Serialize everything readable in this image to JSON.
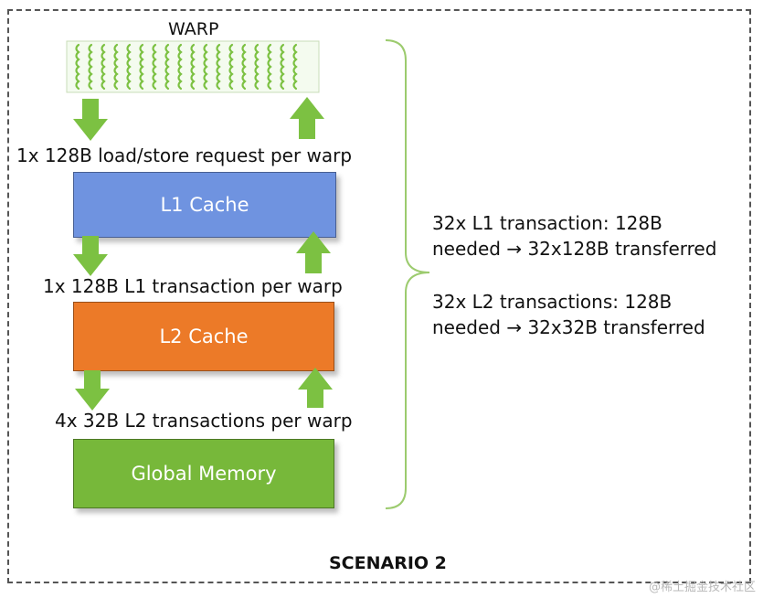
{
  "title": "WARP",
  "scenario_label": "SCENARIO 2",
  "boxes": {
    "l1": {
      "label": "L1 Cache",
      "color": "#6f93e0"
    },
    "l2": {
      "label": "L2 Cache",
      "color": "#ec7a28"
    },
    "global": {
      "label": "Global Memory",
      "color": "#77b83a"
    }
  },
  "flow_labels": {
    "request": "1x 128B load/store request per warp",
    "l1_transaction": "1x 128B L1 transaction per warp",
    "l2_transactions": "4x 32B L2 transactions per warp"
  },
  "notes": {
    "l1_line1": "32x L1 transaction: 128B",
    "l1_line2": "needed → 32x128B transferred",
    "l2_line1": "32x L2 transactions: 128B",
    "l2_line2": "needed → 32x32B transferred"
  },
  "accent_green": "#7cc142",
  "watermark": "@稀土掘金技术社区"
}
